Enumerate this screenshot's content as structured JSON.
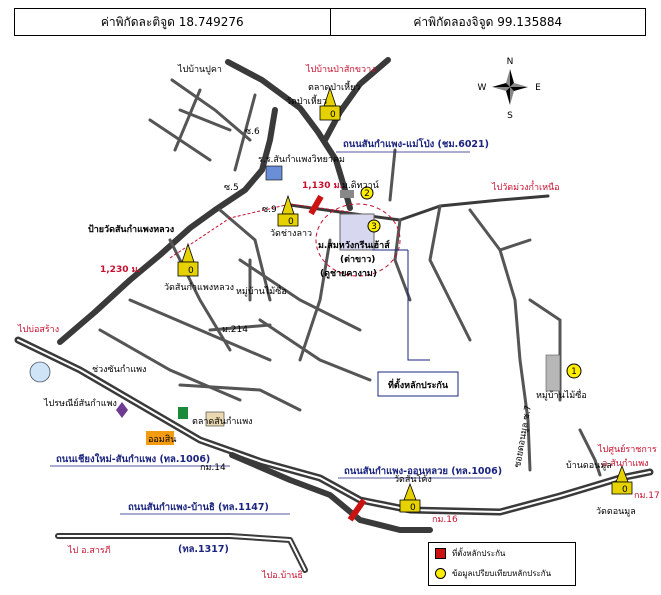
{
  "coordinates": {
    "lat_label": "ค่าพิกัดละติจูด 18.749276",
    "lon_label": "ค่าพิกัดลองจิจูด 99.135884"
  },
  "compass": {
    "n": "N",
    "s": "S",
    "e": "E",
    "w": "W"
  },
  "places": {
    "ban_pupha": "ไปบ้านปูคา",
    "ban_ping_khwang": "ไปบ้านป่าสักขวาง",
    "talad_pa_hiao": "ตลาดป่าเหี้ยว",
    "wat_pa_hiao": "วัดป่าเหี้ยว",
    "road_maepong": "ถนนสันกำแพง-แม่โป่ง (ชม.6021)",
    "hospital": "ร.ร.สันกำแพงวิทยาคม",
    "distance_1130": "1,130 ม.",
    "mahawan": "ม.ดิทวาน์",
    "wat_muang_kham": "ไปวัดม่วงก๋ำเหนือ",
    "wat_chang": "วัดช่างลาว",
    "subject_name": "ม.สมหวังกรีนเฮ้าส์",
    "subject_sub1": "(ต่าขาว)",
    "subject_sub2": "(ดูชายคางาม)",
    "wat_sankamphaeng_luang_pier": "ป้ายวัดสันกำแพงหลวง",
    "distance_1230": "1,230 ม.",
    "wat_sankamphaeng_luang": "วัดสันกำแพงหลวง",
    "ban_maichue": "หมู่บ้านไม้ซื่อ",
    "m214": "ม.214",
    "to_bosang": "ไปบ่อสร้าง",
    "subject_location": "ที่ตั้งหลักประกัน",
    "ban_maichue_right": "หมู่บ้านไม้ซื่อ",
    "gong_kampaeng": "ช่วงซันกำแพง",
    "post_office": "ไปรษณีย์สันกำแพง",
    "talad_sankamphaeng": "ตลาดสันกำแพง",
    "road_1006": "ถนนเชียงใหม่-สันกำแพง (ทล.1006)",
    "km14": "กม.14",
    "to_sun_rachakan": "ไปศูนย์ราชการ",
    "amphoe": "อ.สันกำแพง",
    "road_1006b": "ถนนสันกำแพง-ออนหลวย (ทล.1006)",
    "wat_sankhong": "วัดสันโค้ง",
    "wat_don_mun": "วัดดอนมูล",
    "km17": "กม.17",
    "km16": "กม.16",
    "road_1147": "ถนนสันกำแพง-บ้านธิ (ทล.1147)",
    "to_saraphi": "ไป อ.สารภี",
    "road_1317": "(ทล.1317)",
    "to_banthi": "ไปอ.บ้านธิ",
    "ban_don_mun": "บ้านดอนมูล",
    "so5": "ซ.5",
    "so6": "ซ.6",
    "so9": "ซ.9",
    "so7": "ซอยดอนมูล ซ.7",
    "bank": "ออมสิน"
  },
  "markers": {
    "m1": "1",
    "m2": "2",
    "m3": "3",
    "wat0": "0"
  },
  "legend": {
    "red_label": "ที่ตั้งหลักประกัน",
    "yellow_label": "ข้อมูลเปรียบเทียบหลักประกัน"
  },
  "colors": {
    "road": "#3a3a3a",
    "red": "#c8102e",
    "blue": "#1a237e",
    "marker": "#ffee00"
  }
}
